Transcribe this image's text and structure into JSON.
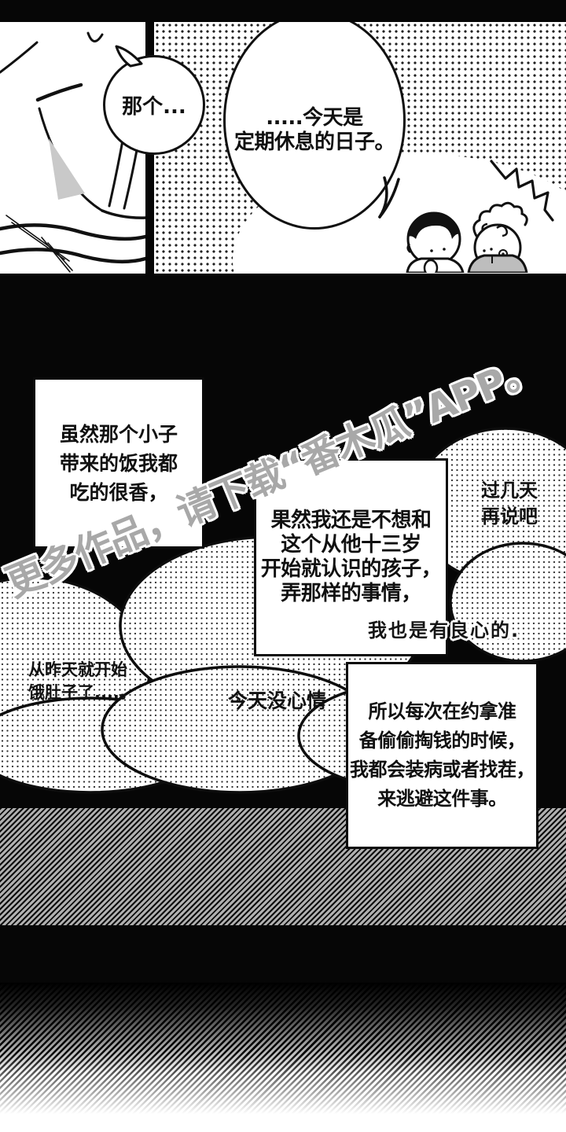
{
  "page": {
    "watermark": "更多作品，请下载“番木瓜”APP。",
    "colors": {
      "ink": "#101010",
      "paper": "#ffffff",
      "shirt_gray": "#bdbdbd",
      "watermark_gray": "#a8a8a8",
      "hatch_gray": "#b0b0b0",
      "neck_shade_gray": "#c9c9c9"
    }
  },
  "panels": {
    "panel1": {
      "bubble": "那个..."
    },
    "panel2": {
      "bubble_line1": ".....今天是",
      "bubble_line2": "定期休息的日子。"
    }
  },
  "monologue": {
    "box1": {
      "lines": [
        "虽然那个小子",
        "带来的饭我都",
        "吃的很香，"
      ]
    },
    "box2": {
      "lines": [
        "果然我还是不想和",
        "这个从他十三岁",
        "开始就认识的孩子，",
        "弄那样的事情，"
      ]
    },
    "conscience": "我也是有良心的.",
    "box3": {
      "lines": [
        "所以每次在约拿准",
        "备偷偷掏钱的时候，",
        "我都会装病或者找茬，",
        "来逃避这件事。"
      ]
    },
    "cloud_left": {
      "lines": [
        "从昨天就开始",
        "饿肚子了....。"
      ]
    },
    "cloud_mid": "今天没心情",
    "cloud_right": {
      "lines": [
        "过几天",
        "再说吧"
      ]
    }
  }
}
